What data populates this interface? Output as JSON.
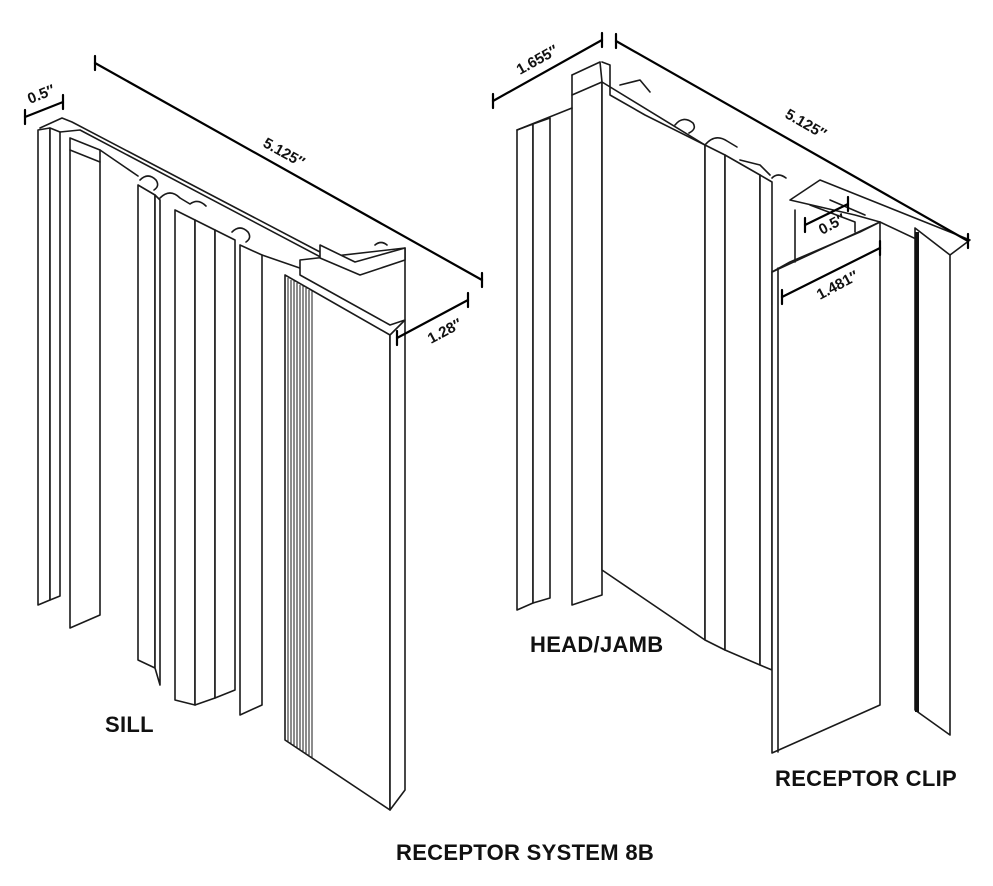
{
  "title": "RECEPTOR SYSTEM 8B",
  "parts": {
    "sill": {
      "label": "SILL",
      "dimensions": {
        "width": "0.5″",
        "length": "5.125″",
        "depth": "1.28″"
      }
    },
    "head_jamb": {
      "label": "HEAD/JAMB",
      "dimensions": {
        "width": "1.655″",
        "length": "5.125″"
      }
    },
    "receptor_clip": {
      "label": "RECEPTOR CLIP",
      "dimensions": {
        "width": "0.5″",
        "depth": "1.481″"
      }
    }
  }
}
